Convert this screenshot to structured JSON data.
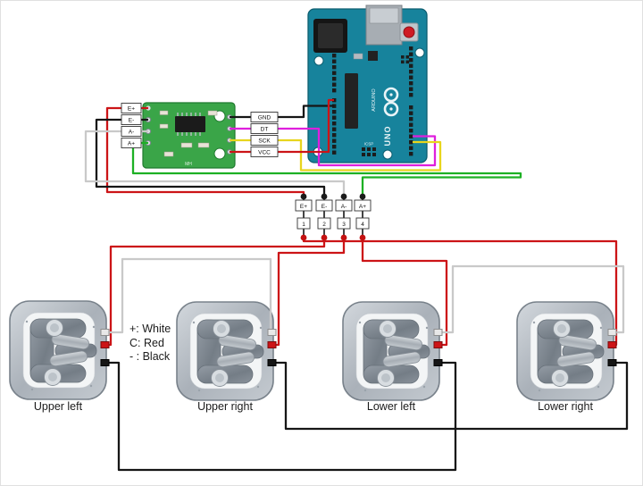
{
  "legend": {
    "plus": "+: White",
    "c": "C: Red",
    "minus": "- : Black"
  },
  "hx711": {
    "left_pins": [
      "E+",
      "E-",
      "A-",
      "A+"
    ],
    "right_pins": [
      "GND",
      "DT",
      "SCK",
      "VCC"
    ],
    "silk": "MH"
  },
  "junctions": [
    {
      "pin": "E+",
      "num": "1"
    },
    {
      "pin": "E-",
      "num": "2"
    },
    {
      "pin": "A-",
      "num": "3"
    },
    {
      "pin": "A+",
      "num": "4"
    }
  ],
  "load_cells": [
    {
      "label": "Upper left"
    },
    {
      "label": "Upper right"
    },
    {
      "label": "Lower left"
    },
    {
      "label": "Lower right"
    }
  ],
  "arduino": {
    "logo": "UNO",
    "brand": "ARDUINO",
    "icsp": "ICSP"
  },
  "colors": {
    "wire_red": "#cc1417",
    "wire_black": "#161616",
    "wire_white": "#c9c9c9",
    "wire_green": "#1db024",
    "wire_magenta": "#df1fdd",
    "wire_yellow": "#e8d51d",
    "arduino_teal": "#17839c",
    "hx711_green": "#3aa548",
    "loadcell_metal": "#b9bfc7"
  }
}
